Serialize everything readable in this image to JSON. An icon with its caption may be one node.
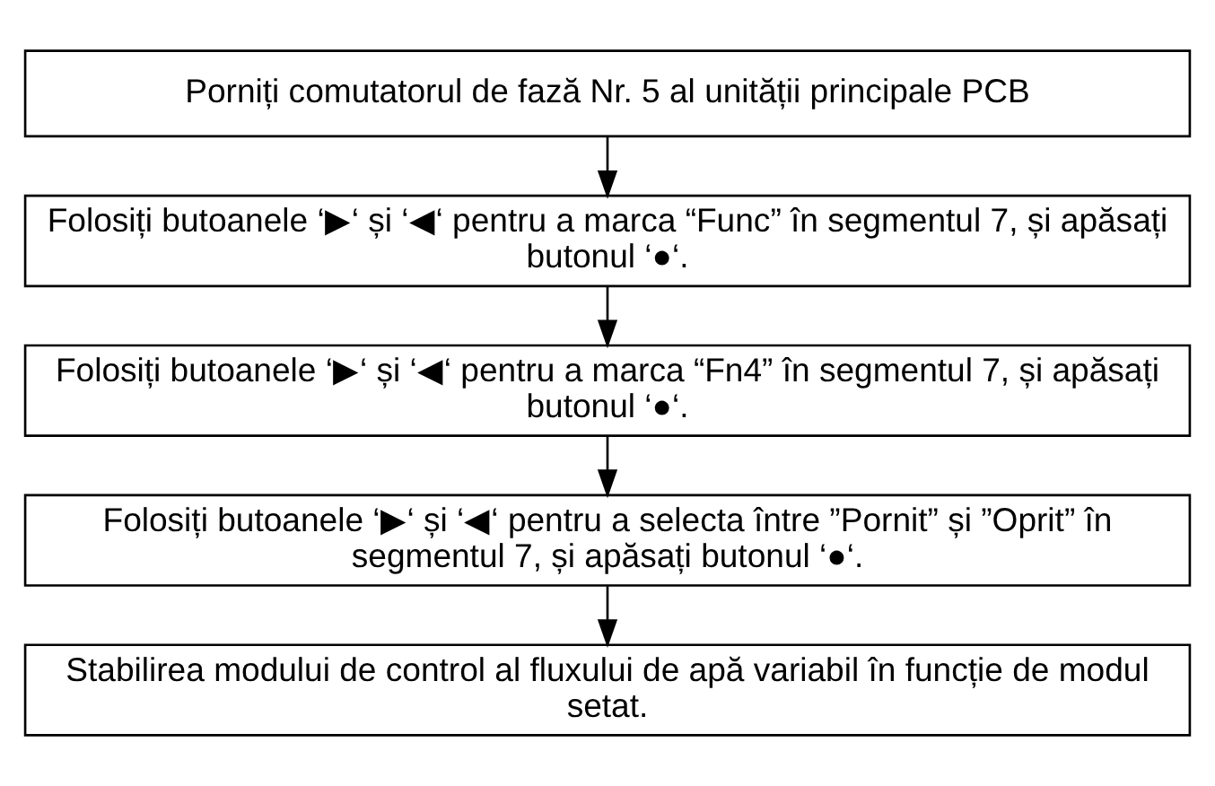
{
  "diagram": {
    "nodes": [
      {
        "text": [
          "Porniți comutatorul de fază Nr. 5 al unității principale PCB"
        ]
      },
      {
        "text": [
          "Folosiți butoanele ‘▶‘ și ‘◀‘ pentru a marca “Func” în segmentul 7, și apăsați butonul ‘●‘."
        ]
      },
      {
        "text": [
          "Folosiți butoanele ‘▶‘ și ‘◀‘ pentru a marca “Fn4” în segmentul 7, și apăsați butonul ‘●‘."
        ]
      },
      {
        "text": [
          "Folosiți butoanele ‘▶‘ și ‘◀‘ pentru a selecta între ”Pornit” și ”Oprit” în segmentul 7, și apăsați butonul ‘●‘."
        ]
      },
      {
        "text": [
          "Stabilirea modului de control al fluxului de apă variabil în funcție de modul setat."
        ]
      }
    ],
    "edges": [
      {
        "from": 0,
        "to": 1,
        "arrow": "to"
      },
      {
        "from": 1,
        "to": 2,
        "arrow": "to"
      },
      {
        "from": 2,
        "to": 3,
        "arrow": "to"
      },
      {
        "from": 3,
        "to": 4,
        "arrow": "to"
      }
    ]
  }
}
